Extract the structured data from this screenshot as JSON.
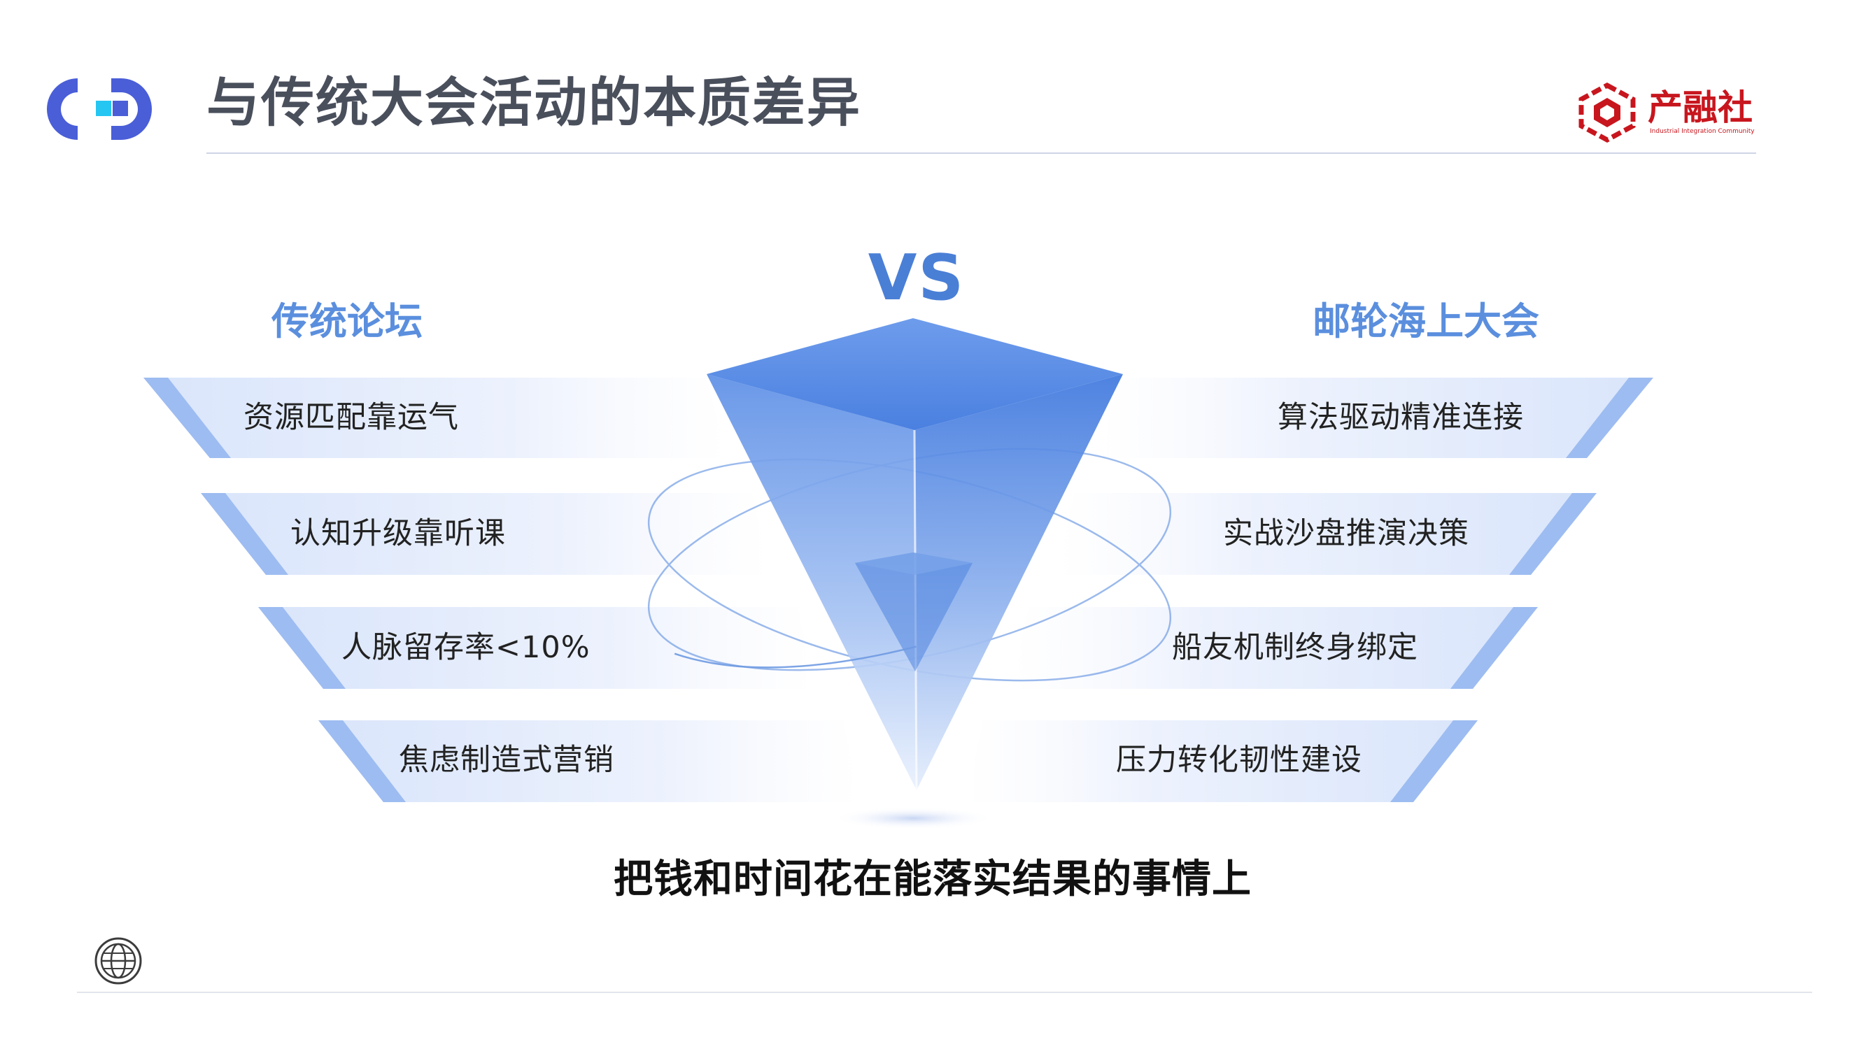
{
  "header": {
    "title": "与传统大会活动的本质差异",
    "brand_name": "产融社",
    "brand_sub": "Industrial Integration Community"
  },
  "left_column": {
    "heading": "传统论坛",
    "rows": [
      "资源匹配靠运气",
      "认知升级靠听课",
      "人脉留存率<10%",
      "焦虑制造式营销"
    ]
  },
  "right_column": {
    "heading": "邮轮海上大会",
    "rows": [
      "算法驱动精准连接",
      "实战沙盘推演决策",
      "船友机制终身绑定",
      "压力转化韧性建设"
    ]
  },
  "center": {
    "vs_label": "VS"
  },
  "footer": {
    "caption": "把钱和时间花在能落实结果的事情上"
  },
  "icons": {
    "logo": "cd-logo-icon",
    "brand": "hexagon-brand-icon",
    "globe": "globe-icon"
  },
  "colors": {
    "accent": "#5b8fde",
    "logo_blue": "#4a5ed8",
    "brand_red": "#c8161e",
    "title_gray": "#4a4f5c"
  }
}
